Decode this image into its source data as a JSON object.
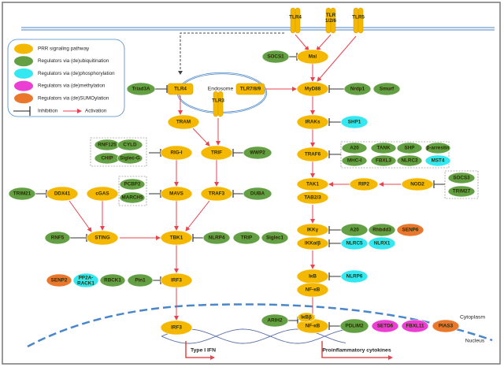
{
  "colors": {
    "prr": "#f5b800",
    "ubiquitination": "#62a043",
    "phosphorylation": "#33e8f0",
    "methylation": "#ea3fd2",
    "sumoylation": "#e9772c",
    "activation": "#e8434f",
    "inhibition": "#333333",
    "membrane": "#4a86c8"
  },
  "legend": {
    "items": [
      {
        "category": "prr",
        "label": "PRR signaling pathway"
      },
      {
        "category": "ubiquitination",
        "label": "Regulators via (de)ubiquitination"
      },
      {
        "category": "phosphorylation",
        "label": "Regulators via (de)phosphorylation"
      },
      {
        "category": "methylation",
        "label": "Regulators via (de)methylation"
      },
      {
        "category": "sumoylation",
        "label": "Regulators via (de)SUMOylation"
      }
    ],
    "inhibition": "Inhibition",
    "activation": "Activation"
  },
  "labels": {
    "endosome": "Endosome",
    "cytoplasm": "Cytoplasm",
    "nucleus": "Nucleus",
    "type_i_ifn": "Type I IFN",
    "proinflammatory": "Proinflammatory cytokines"
  },
  "receptors": [
    {
      "id": "tlr4m",
      "label": "TLR4"
    },
    {
      "id": "tlr126",
      "label": "TLR 1/2/6"
    },
    {
      "id": "tlr5",
      "label": "TLR5"
    },
    {
      "id": "tlr3",
      "label": "TLR3"
    }
  ],
  "nodes": [
    {
      "id": "triad3a",
      "label": "Triad3A",
      "category": "ubiquitination"
    },
    {
      "id": "tlr4e",
      "label": "TLR4",
      "category": "prr"
    },
    {
      "id": "tlr789",
      "label": "TLR7/8/9",
      "category": "prr"
    },
    {
      "id": "socs1",
      "label": "SOCS1",
      "category": "ubiquitination"
    },
    {
      "id": "mal",
      "label": "Mal",
      "category": "prr"
    },
    {
      "id": "myd88",
      "label": "MyD88",
      "category": "prr"
    },
    {
      "id": "nrdp1",
      "label": "Nrdp1",
      "category": "ubiquitination"
    },
    {
      "id": "smurf",
      "label": "Smurf",
      "category": "ubiquitination"
    },
    {
      "id": "iraks",
      "label": "IRAKs",
      "category": "prr"
    },
    {
      "id": "shp1",
      "label": "SHP1",
      "category": "phosphorylation"
    },
    {
      "id": "traf6",
      "label": "TRAF6",
      "category": "prr"
    },
    {
      "id": "a20a",
      "label": "A20",
      "category": "ubiquitination"
    },
    {
      "id": "tank",
      "label": "TANK",
      "category": "ubiquitination"
    },
    {
      "id": "shp",
      "label": "SHP",
      "category": "ubiquitination"
    },
    {
      "id": "barr",
      "label": "β-arrestin",
      "category": "ubiquitination"
    },
    {
      "id": "mhc1",
      "label": "MHC-I",
      "category": "ubiquitination"
    },
    {
      "id": "fbxl3",
      "label": "FBXL3",
      "category": "ubiquitination"
    },
    {
      "id": "nlrc3",
      "label": "NLRC3",
      "category": "ubiquitination"
    },
    {
      "id": "mst4",
      "label": "MST4",
      "category": "phosphorylation"
    },
    {
      "id": "tak1",
      "label": "TAK1",
      "category": "prr"
    },
    {
      "id": "tab23",
      "label": "TAB2/3",
      "category": "prr"
    },
    {
      "id": "rip2",
      "label": "RIP2",
      "category": "prr"
    },
    {
      "id": "nod2",
      "label": "NOD2",
      "category": "prr"
    },
    {
      "id": "socs3",
      "label": "SOCS3",
      "category": "ubiquitination"
    },
    {
      "id": "trim27",
      "label": "TRIM27",
      "category": "ubiquitination"
    },
    {
      "id": "tram",
      "label": "TRAM",
      "category": "prr"
    },
    {
      "id": "trif",
      "label": "TRIF",
      "category": "prr"
    },
    {
      "id": "wwp2",
      "label": "WWP2",
      "category": "ubiquitination"
    },
    {
      "id": "rigi",
      "label": "RIG-I",
      "category": "prr"
    },
    {
      "id": "rnf125",
      "label": "RNF125",
      "category": "ubiquitination"
    },
    {
      "id": "cyld",
      "label": "CYLD",
      "category": "ubiquitination"
    },
    {
      "id": "chip",
      "label": "CHIP",
      "category": "ubiquitination"
    },
    {
      "id": "siglecg",
      "label": "Siglec-G",
      "category": "ubiquitination"
    },
    {
      "id": "mavs",
      "label": "MAVS",
      "category": "prr"
    },
    {
      "id": "traf3",
      "label": "TRAF3",
      "category": "prr"
    },
    {
      "id": "duba",
      "label": "DUBA",
      "category": "ubiquitination"
    },
    {
      "id": "pcbp2",
      "label": "PCBP2",
      "category": "ubiquitination"
    },
    {
      "id": "march5",
      "label": "MARCH5",
      "category": "ubiquitination"
    },
    {
      "id": "trim21",
      "label": "TRIM21",
      "category": "ubiquitination"
    },
    {
      "id": "ddx41",
      "label": "DDX41",
      "category": "prr"
    },
    {
      "id": "cgas",
      "label": "cGAS",
      "category": "prr"
    },
    {
      "id": "rnf5",
      "label": "RNF5",
      "category": "ubiquitination"
    },
    {
      "id": "sting",
      "label": "STING",
      "category": "prr"
    },
    {
      "id": "tbk1",
      "label": "TBK1",
      "category": "prr"
    },
    {
      "id": "nlrp4",
      "label": "NLRP4",
      "category": "ubiquitination"
    },
    {
      "id": "trip",
      "label": "TRIP",
      "category": "ubiquitination"
    },
    {
      "id": "siglec1",
      "label": "Siglec1",
      "category": "ubiquitination"
    },
    {
      "id": "senp2",
      "label": "SENP2",
      "category": "sumoylation"
    },
    {
      "id": "pp2a",
      "label": "PP2A-RACK1",
      "category": "phosphorylation"
    },
    {
      "id": "rbck1",
      "label": "RBCK1",
      "category": "ubiquitination"
    },
    {
      "id": "pin1",
      "label": "Pin1",
      "category": "ubiquitination"
    },
    {
      "id": "irf3",
      "label": "IRF3",
      "category": "prr"
    },
    {
      "id": "irf3n",
      "label": "IRF3",
      "category": "prr"
    },
    {
      "id": "ikkg",
      "label": "IKKγ",
      "category": "prr"
    },
    {
      "id": "ikkab",
      "label": "IKKα/β",
      "category": "prr"
    },
    {
      "id": "a20b",
      "label": "A20",
      "category": "ubiquitination"
    },
    {
      "id": "rhbdd3",
      "label": "Rhbdd3",
      "category": "ubiquitination"
    },
    {
      "id": "senp6",
      "label": "SENP6",
      "category": "sumoylation"
    },
    {
      "id": "nlrc5",
      "label": "NLRC5",
      "category": "phosphorylation"
    },
    {
      "id": "nlrx1",
      "label": "NLRX1",
      "category": "phosphorylation"
    },
    {
      "id": "ikb",
      "label": "IκB",
      "category": "prr"
    },
    {
      "id": "nfkb",
      "label": "NF-κB",
      "category": "prr"
    },
    {
      "id": "nlrp6",
      "label": "NLRP6",
      "category": "phosphorylation"
    },
    {
      "id": "arih2",
      "label": "ARIH2",
      "category": "ubiquitination"
    },
    {
      "id": "nfkbn",
      "label": "NF-κB",
      "category": "prr"
    },
    {
      "id": "ikbb",
      "label": "IκBβ",
      "category": "prr"
    },
    {
      "id": "pdlim2",
      "label": "PDLIM2",
      "category": "ubiquitination"
    },
    {
      "id": "setd6",
      "label": "SETD6",
      "category": "methylation"
    },
    {
      "id": "fbxl11",
      "label": "FBXL11",
      "category": "methylation"
    },
    {
      "id": "pias3",
      "label": "PIAS3",
      "category": "sumoylation"
    }
  ]
}
